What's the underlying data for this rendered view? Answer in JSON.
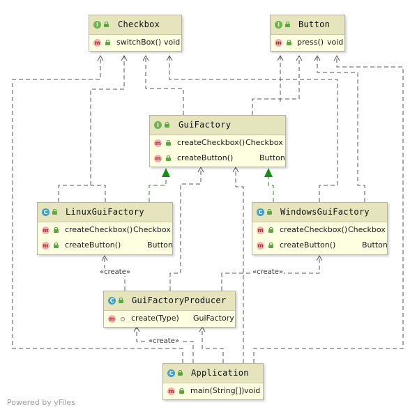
{
  "nodes": {
    "checkbox": {
      "kind": "I",
      "title": "Checkbox",
      "members": [
        {
          "kind": "m",
          "name": "switchBox()",
          "type": "void"
        }
      ]
    },
    "button": {
      "kind": "I",
      "title": "Button",
      "members": [
        {
          "kind": "m",
          "name": "press()",
          "type": "void"
        }
      ]
    },
    "gui_factory": {
      "kind": "I",
      "title": "GuiFactory",
      "members": [
        {
          "kind": "m",
          "name": "createCheckbox()",
          "type": "Checkbox"
        },
        {
          "kind": "m",
          "name": "createButton()",
          "type": "Button"
        }
      ]
    },
    "linux_gui_factory": {
      "kind": "C",
      "title": "LinuxGuiFactory",
      "members": [
        {
          "kind": "m",
          "name": "createCheckbox()",
          "type": "Checkbox"
        },
        {
          "kind": "m",
          "name": "createButton()",
          "type": "Button"
        }
      ]
    },
    "windows_gui_factory": {
      "kind": "C",
      "title": "WindowsGuiFactory",
      "members": [
        {
          "kind": "m",
          "name": "createCheckbox()",
          "type": "Checkbox"
        },
        {
          "kind": "m",
          "name": "createButton()",
          "type": "Button"
        }
      ]
    },
    "gui_factory_producer": {
      "kind": "C",
      "title": "GuiFactoryProducer",
      "members": [
        {
          "kind": "m",
          "name": "create(Type)",
          "type": "GuiFactory"
        }
      ]
    },
    "application": {
      "kind": "C",
      "title": "Application",
      "members": [
        {
          "kind": "m",
          "name": "main(String[])",
          "type": "void"
        }
      ]
    }
  },
  "edge_labels": {
    "linux_create": "«create»",
    "windows_create": "«create»",
    "producer_create": "«create»"
  },
  "relationships": [
    {
      "from": "LinuxGuiFactory",
      "to": "GuiFactory",
      "type": "implements"
    },
    {
      "from": "WindowsGuiFactory",
      "to": "GuiFactory",
      "type": "implements"
    },
    {
      "from": "LinuxGuiFactory",
      "to": "Checkbox",
      "type": "dependency"
    },
    {
      "from": "LinuxGuiFactory",
      "to": "Button",
      "type": "dependency"
    },
    {
      "from": "WindowsGuiFactory",
      "to": "Checkbox",
      "type": "dependency"
    },
    {
      "from": "WindowsGuiFactory",
      "to": "Button",
      "type": "dependency"
    },
    {
      "from": "GuiFactory",
      "to": "Checkbox",
      "type": "dependency"
    },
    {
      "from": "GuiFactory",
      "to": "Button",
      "type": "dependency"
    },
    {
      "from": "GuiFactoryProducer",
      "to": "LinuxGuiFactory",
      "type": "create"
    },
    {
      "from": "GuiFactoryProducer",
      "to": "WindowsGuiFactory",
      "type": "create"
    },
    {
      "from": "GuiFactoryProducer",
      "to": "GuiFactory",
      "type": "dependency"
    },
    {
      "from": "Application",
      "to": "GuiFactoryProducer",
      "type": "create"
    },
    {
      "from": "Application",
      "to": "GuiFactory",
      "type": "dependency"
    },
    {
      "from": "Application",
      "to": "Checkbox",
      "type": "dependency"
    },
    {
      "from": "Application",
      "to": "Button",
      "type": "dependency"
    }
  ],
  "footer": {
    "watermark": "Powered by yFiles"
  },
  "colors": {
    "node_fill": "#fefee0",
    "node_header": "#e5e4bc",
    "interface_badge": "#6bb54a",
    "class_badge": "#3fa0c8",
    "method_badge": "#f3b1b1",
    "realization_arrow": "#1a8a1a",
    "dependency_line": "#555555"
  },
  "icons": {
    "interface": "interface-icon",
    "class": "class-icon",
    "method": "method-icon",
    "public": "lock-icon",
    "package_private": "package-dot-icon"
  }
}
